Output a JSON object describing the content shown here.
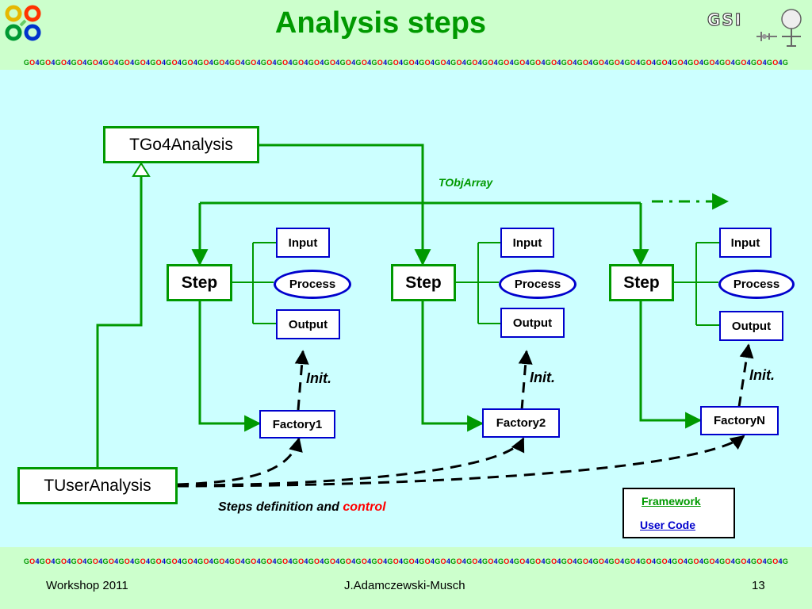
{
  "slide": {
    "title": "Analysis steps",
    "go4_strip": "GO4GO4GO4GO4GO4GO4GO4GO4GO4GO4GO4GO4GO4GO4GO4GO4GO4GO4GO4GO4GO4GO4GO4GO4GO4GO4GO4GO4GO4GO4GO4GO4GO4GO4GO4GO4GO4GO4GO4GO4GO4GO4GO4GO4GO4GO4GO4GO4G",
    "colors": {
      "background": "#ccffff",
      "header": "#ccffcc",
      "title": "#009900",
      "connector": "#009900",
      "accent_blue": "#0000cc",
      "control": "#ff0000"
    }
  },
  "diagram": {
    "base_class": "TGo4Analysis",
    "user_class": "TUserAnalysis",
    "array_label": "TObjArray",
    "steps": [
      {
        "name": "Step",
        "input": "Input",
        "process": "Process",
        "output": "Output",
        "factory": "Factory1",
        "init_label": "Init."
      },
      {
        "name": "Step",
        "input": "Input",
        "process": "Process",
        "output": "Output",
        "factory": "Factory2",
        "init_label": "Init."
      },
      {
        "name": "Step",
        "input": "Input",
        "process": "Process",
        "output": "Output",
        "factory": "FactoryN",
        "init_label": "Init."
      }
    ],
    "caption_prefix": "Steps definition and ",
    "caption_highlight": "control"
  },
  "legend": {
    "framework": "Framework",
    "user_code": "User Code",
    "framework_color": "#009900",
    "user_code_color": "#0000cc"
  },
  "footer": {
    "left": "Workshop 2011",
    "center": "J.Adamczewski-Musch",
    "page": "13"
  }
}
